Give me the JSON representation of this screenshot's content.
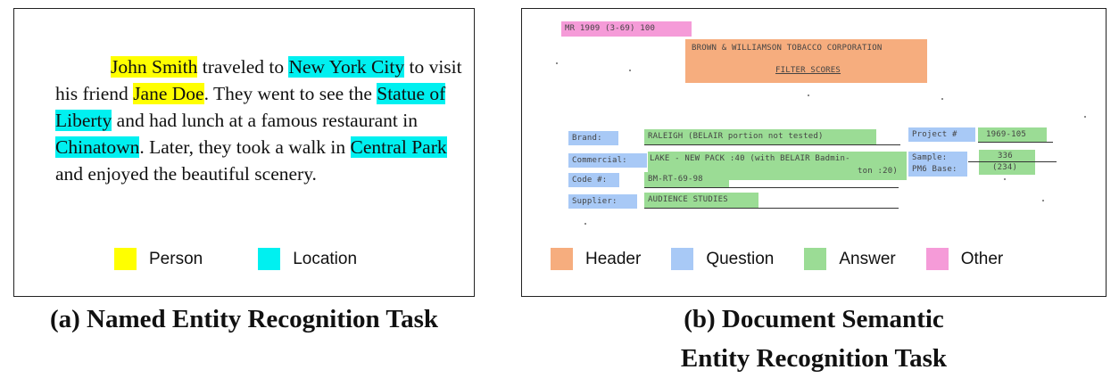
{
  "panel_a": {
    "sentences": [
      {
        "t": "John Smith",
        "type": "person"
      },
      {
        "t": " traveled to ",
        "type": ""
      },
      {
        "t": "New York City",
        "type": "location"
      },
      {
        "t": " to visit his friend ",
        "type": ""
      },
      {
        "t": "Jane Doe",
        "type": "person"
      },
      {
        "t": ". They went to see the ",
        "type": ""
      },
      {
        "t": "Statue of Liberty",
        "type": "location"
      },
      {
        "t": " and had lunch at a famous restaurant in ",
        "type": ""
      },
      {
        "t": "Chinatown",
        "type": "location"
      },
      {
        "t": ". Later, they took a walk in ",
        "type": ""
      },
      {
        "t": "Central Park",
        "type": "location"
      },
      {
        "t": " and enjoyed the beautiful scenery.",
        "type": ""
      }
    ],
    "legend": {
      "person_label": "Person",
      "location_label": "Location"
    },
    "colors": {
      "person": "#ffff00",
      "location": "#00f0f0"
    },
    "caption": "(a) Named Entity Recognition Task"
  },
  "panel_b": {
    "doc": {
      "other_code": "MR 1909 (3-69) 100",
      "header_line1": "BROWN & WILLIAMSON TOBACCO CORPORATION",
      "header_line2": "FILTER SCORES",
      "q_brand": "Brand:",
      "a_brand": "RALEIGH (BELAIR portion not tested)",
      "q_project": "Project #",
      "a_project": "1969-105",
      "q_commercial": "Commercial:",
      "a_commercial_1": "LAKE - NEW PACK :40 (with BELAIR Badmin-",
      "a_commercial_2": "ton :20)",
      "q_sample": "Sample:",
      "q_pm6": "PM6 Base:",
      "a_sample": "336",
      "a_pm6": "(234)",
      "q_code": "Code #:",
      "a_code": "BM-RT-69-98",
      "q_supplier": "Supplier:",
      "a_supplier": "AUDIENCE STUDIES"
    },
    "legend": {
      "header_label": "Header",
      "question_label": "Question",
      "answer_label": "Answer",
      "other_label": "Other"
    },
    "colors": {
      "header": "#f6ad7e",
      "question": "#a8c9f6",
      "answer": "#9bdc95",
      "other": "#f59bd8"
    },
    "caption_line1": "(b) Document Semantic",
    "caption_line2": "Entity Recognition Task"
  }
}
